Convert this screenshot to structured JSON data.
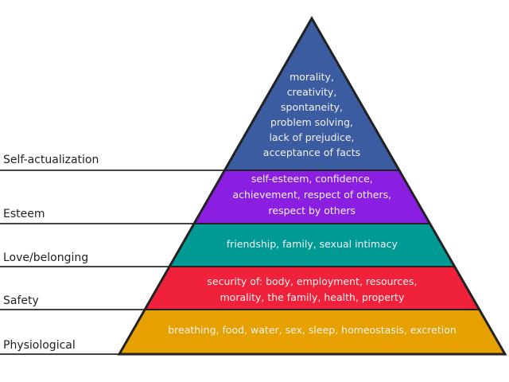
{
  "levels": [
    {
      "name": "Self-actualization",
      "color": "#3b5ca0",
      "lines": [
        "morality,",
        "creativity,",
        "spontaneity,",
        "problem solving,",
        "lack of prejudice,",
        "acceptance of facts"
      ]
    },
    {
      "name": "Esteem",
      "color": "#8a1fe2",
      "lines": [
        "self-esteem, confidence,",
        "achievement, respect of others,",
        "respect by others"
      ]
    },
    {
      "name": "Love/belonging",
      "color": "#009a94",
      "lines": [
        "friendship, family, sexual intimacy"
      ]
    },
    {
      "name": "Safety",
      "color": "#f0213a",
      "lines": [
        "security of: body, employment, resources,",
        "morality, the family, health, property"
      ]
    },
    {
      "name": "Physiological",
      "color": "#e6a000",
      "lines": [
        "breathing, food, water, sex, sleep, homeostasis, excretion"
      ]
    }
  ]
}
